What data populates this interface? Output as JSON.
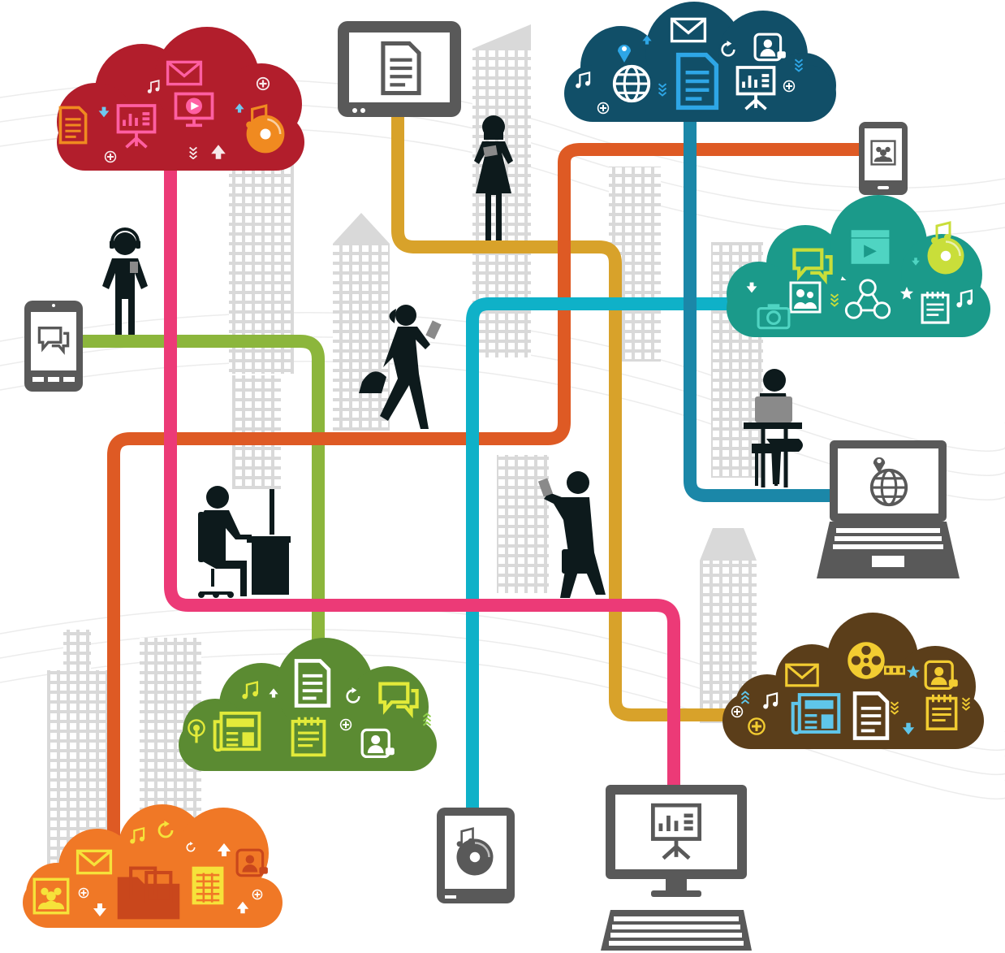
{
  "colors": {
    "background": "#ffffff",
    "building": "#d9d9d9",
    "building_window": "#ffffff",
    "device": "#595959",
    "device_screen": "#ffffff",
    "silhouette": "#0d1a1c",
    "line_pink": "#ec3a77",
    "line_orange": "#de5a24",
    "line_green": "#8cb63c",
    "line_mustard": "#d8a22a",
    "line_cyan": "#0fb1c8",
    "line_teal": "#1b87a8",
    "cloud_red": "#b21e2c",
    "cloud_navy": "#114f68",
    "cloud_teal": "#1b9a8a",
    "cloud_green": "#5b8b32",
    "cloud_brown": "#5b3e1a",
    "cloud_orange": "#f07826",
    "icon_red_cloud": "#ff5fa2",
    "icon_navy_cloud": "#2ea6e6",
    "icon_teal_cloud": "#c9de3a",
    "icon_green_cloud": "#e2ea3a",
    "icon_brown_cloud": "#f2cc31",
    "icon_orange_cloud": "#f6e23a"
  },
  "clouds": [
    {
      "name": "red",
      "icons": [
        "email-icon",
        "notebook-icon",
        "presentation-icon",
        "video-icon",
        "music-icon",
        "disc-icon",
        "upload-icon",
        "download-icon",
        "add-icon"
      ]
    },
    {
      "name": "navy",
      "icons": [
        "email-icon",
        "globe-icon",
        "location-pin-icon",
        "document-icon",
        "presentation-icon",
        "video-call-icon",
        "refresh-icon",
        "music-icon",
        "add-icon"
      ]
    },
    {
      "name": "teal",
      "icons": [
        "chat-icon",
        "video-icon",
        "music-icon",
        "disc-icon",
        "photo-icon",
        "camera-icon",
        "network-icon",
        "notepad-icon",
        "star-icon",
        "download-icon"
      ]
    },
    {
      "name": "green",
      "icons": [
        "document-icon",
        "video-call-icon",
        "newspaper-icon",
        "address-book-icon",
        "podcast-icon",
        "refresh-icon",
        "music-icon",
        "add-icon"
      ]
    },
    {
      "name": "brown",
      "icons": [
        "email-icon",
        "film-reel-icon",
        "film-strip-icon",
        "star-icon",
        "video-call-icon",
        "newspaper-icon",
        "document-icon",
        "notepad-icon",
        "music-icon",
        "download-icon",
        "add-icon"
      ]
    },
    {
      "name": "orange",
      "icons": [
        "email-icon",
        "folder-icon",
        "spreadsheet-icon",
        "contacts-icon",
        "video-call-icon",
        "refresh-icon",
        "music-icon",
        "download-icon",
        "upload-icon",
        "add-icon"
      ]
    }
  ],
  "devices": [
    {
      "name": "smartphone-video",
      "icon": "video-call-icon"
    },
    {
      "name": "tablet-document",
      "icon": "document-icon"
    },
    {
      "name": "tablet-contacts",
      "icon": "contacts-icon"
    },
    {
      "name": "laptop-globe",
      "icon": "globe-icon"
    },
    {
      "name": "tablet-music",
      "icon": "disc-icon"
    },
    {
      "name": "desktop-presentation",
      "icon": "presentation-icon"
    }
  ],
  "people": [
    "person-with-headphones",
    "woman-with-tablet",
    "woman-walking-with-handbag",
    "man-with-briefcase",
    "person-at-desk",
    "person-at-laptop"
  ]
}
